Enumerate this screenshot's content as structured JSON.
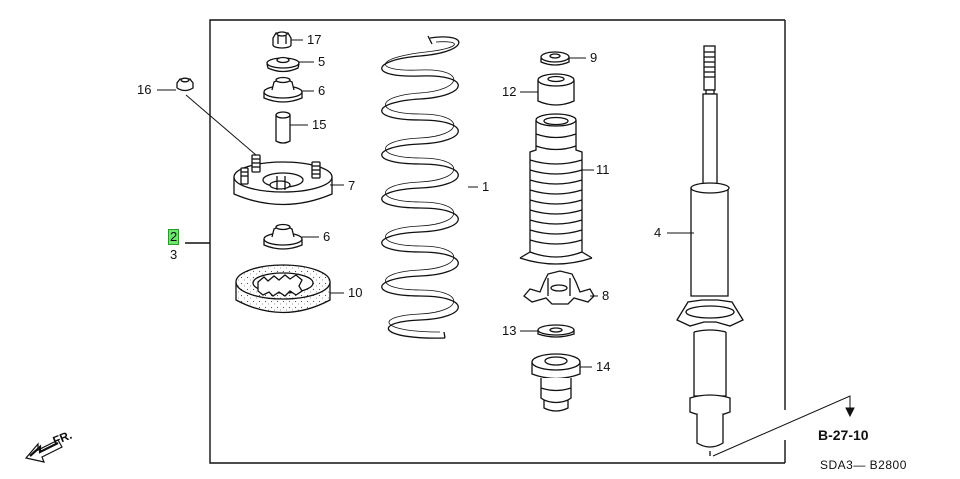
{
  "callouts": {
    "n1": "1",
    "n2": "2",
    "n3": "3",
    "n4": "4",
    "n5": "5",
    "n6a": "6",
    "n6b": "6",
    "n7": "7",
    "n8": "8",
    "n9": "9",
    "n10": "10",
    "n11": "11",
    "n12": "12",
    "n13": "13",
    "n14": "14",
    "n15": "15",
    "n16": "16",
    "n17": "17"
  },
  "highlight": {
    "part": "2",
    "color": "#6ee66e"
  },
  "reference": "B-27-10",
  "diagram_code": "SDA3— B2800",
  "direction": "FR."
}
